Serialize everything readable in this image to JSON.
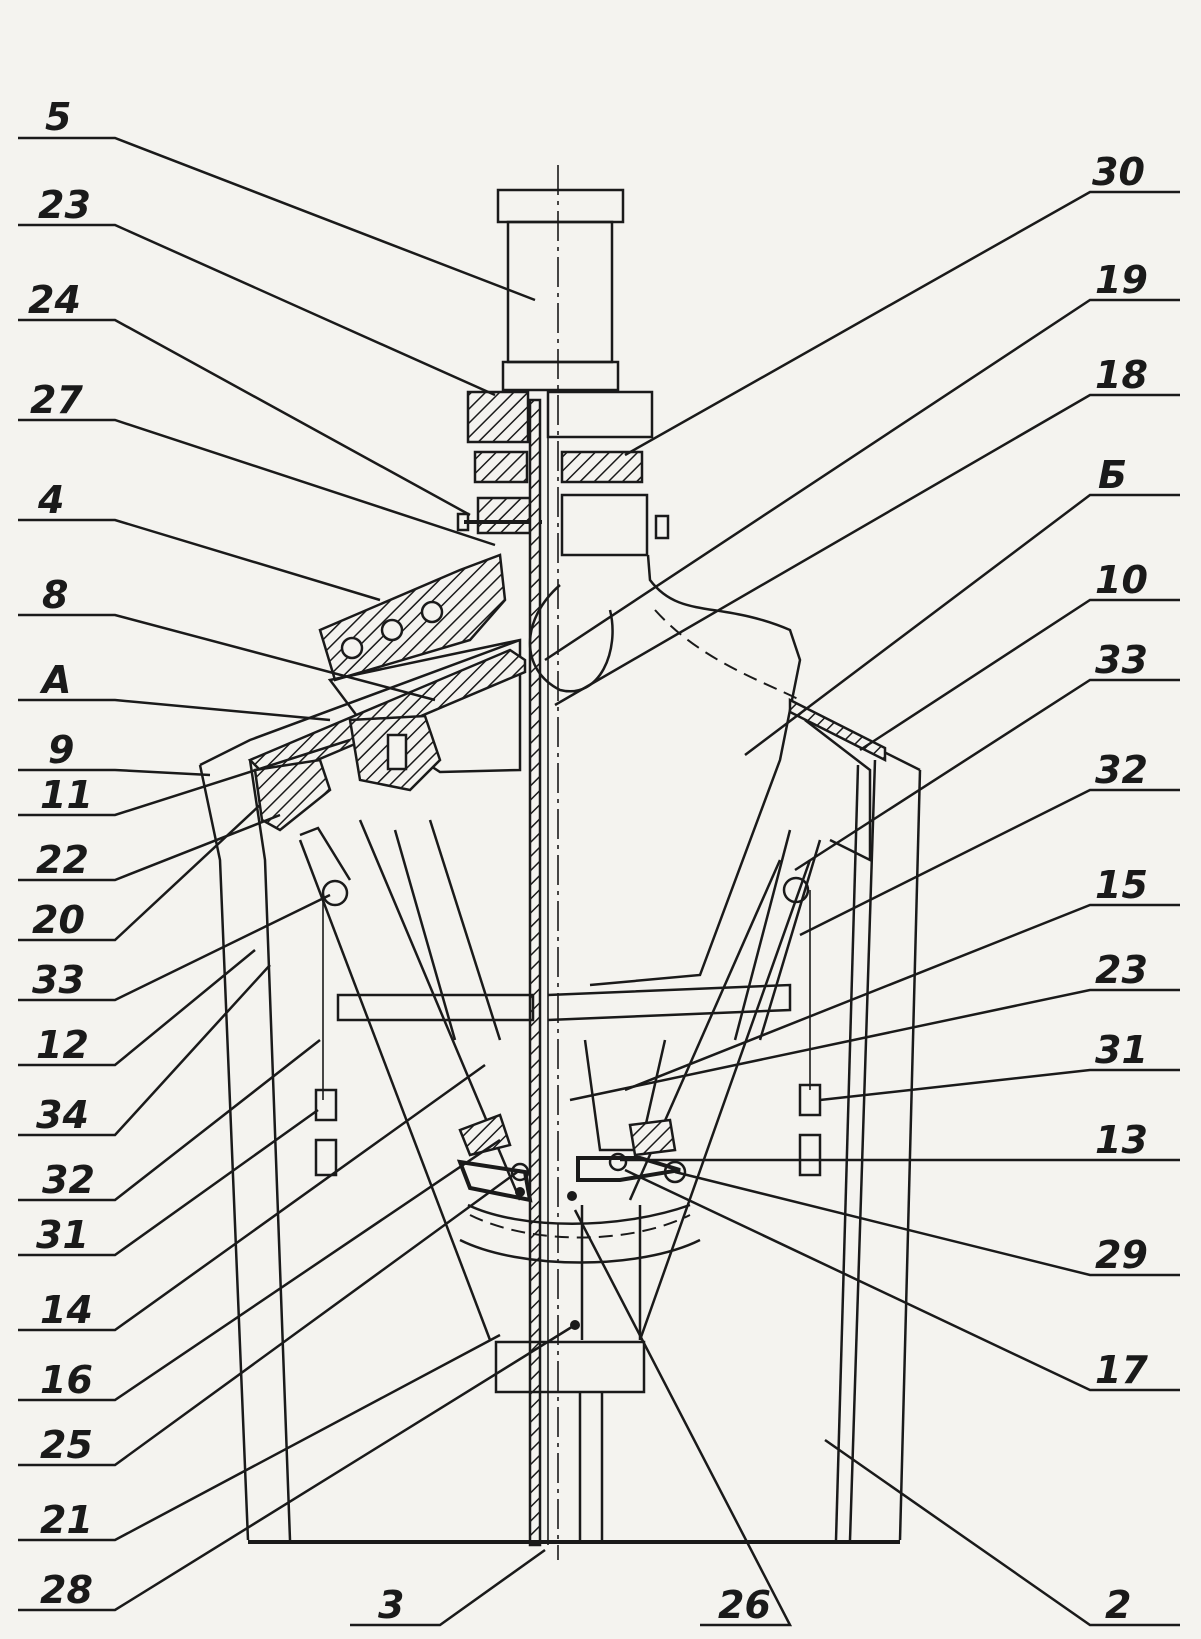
{
  "left_labels": [
    "5",
    "23",
    "24",
    "27",
    "4",
    "8",
    "A",
    "9",
    "11",
    "22",
    "20",
    "33",
    "12",
    "34",
    "32",
    "31",
    "14",
    "16",
    "25",
    "21",
    "28"
  ],
  "right_labels": [
    "30",
    "19",
    "18",
    "Б",
    "10",
    "33",
    "32",
    "15",
    "23",
    "31",
    "13",
    "29",
    "17",
    "2"
  ],
  "bottom_labels": [
    "3",
    "26"
  ]
}
